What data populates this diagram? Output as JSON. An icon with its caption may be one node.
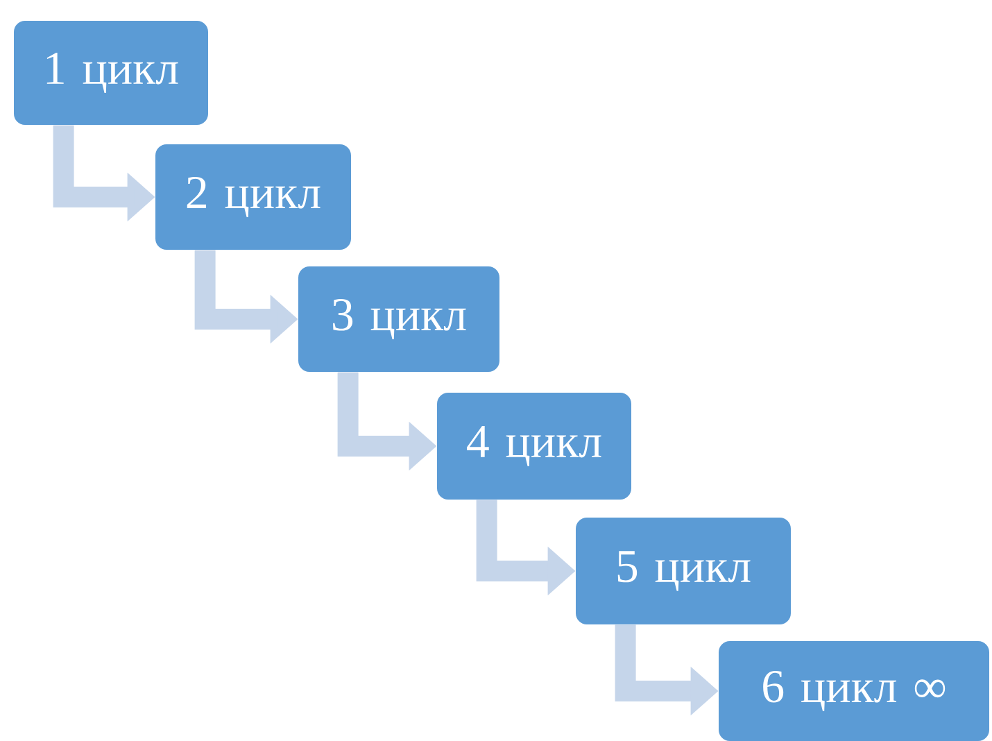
{
  "diagram": {
    "nodes": [
      {
        "text": [
          "1 цикл"
        ]
      },
      {
        "text": [
          "2 цикл"
        ]
      },
      {
        "text": [
          "3 цикл"
        ]
      },
      {
        "text": [
          "4 цикл"
        ]
      },
      {
        "text": [
          "5 цикл"
        ]
      },
      {
        "text": [
          "6 цикл ∞"
        ]
      }
    ],
    "edges": [
      {
        "from": 0,
        "to": 1,
        "arrow": "to"
      },
      {
        "from": 1,
        "to": 2,
        "arrow": "to"
      },
      {
        "from": 2,
        "to": 3,
        "arrow": "to"
      },
      {
        "from": 3,
        "to": 4,
        "arrow": "to"
      },
      {
        "from": 4,
        "to": 5,
        "arrow": "to"
      }
    ]
  }
}
